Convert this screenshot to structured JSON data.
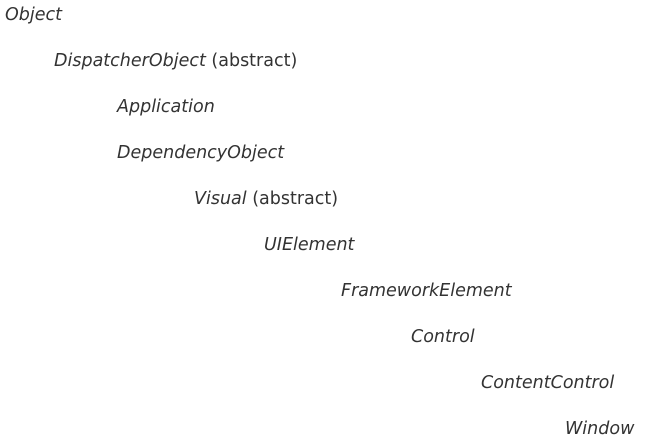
{
  "hierarchy": {
    "nodes": [
      {
        "name": "Object",
        "qualifier": ""
      },
      {
        "name": "DispatcherObject",
        "qualifier": "(abstract)"
      },
      {
        "name": "Application",
        "qualifier": ""
      },
      {
        "name": "DependencyObject",
        "qualifier": ""
      },
      {
        "name": "Visual",
        "qualifier": "(abstract)"
      },
      {
        "name": "UIElement",
        "qualifier": ""
      },
      {
        "name": "FrameworkElement",
        "qualifier": ""
      },
      {
        "name": "Control",
        "qualifier": ""
      },
      {
        "name": "ContentControl",
        "qualifier": ""
      },
      {
        "name": "Window",
        "qualifier": ""
      }
    ]
  }
}
